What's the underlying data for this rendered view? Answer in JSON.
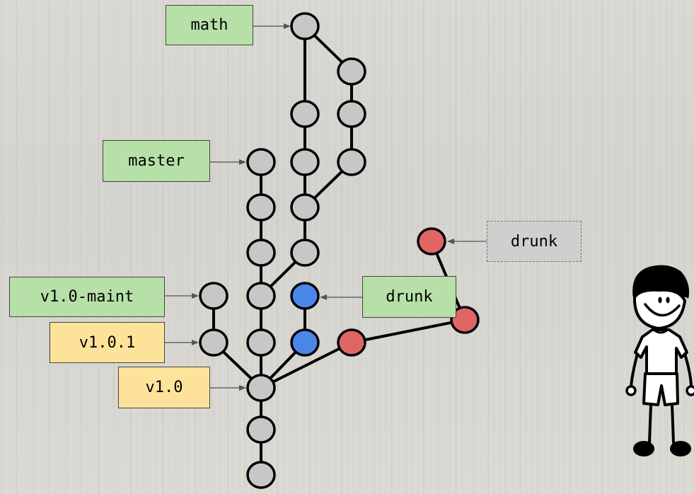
{
  "refs": {
    "math": "math",
    "master": "master",
    "v1_0_maint": "v1.0-maint",
    "v1_0_1": "v1.0.1",
    "v1_0": "v1.0",
    "drunk_branch": "drunk",
    "drunk_ghost": "drunk"
  },
  "colors": {
    "branch_label": "#b6e0a8",
    "tag_label": "#fde39a",
    "ghost_label": "#cfcfcf",
    "commit_default": "#c7c7c7",
    "commit_drunk_old": "#4a86e8",
    "commit_drunk_new": "#e06666"
  },
  "icons": {
    "character": "stick-figure-icon"
  }
}
